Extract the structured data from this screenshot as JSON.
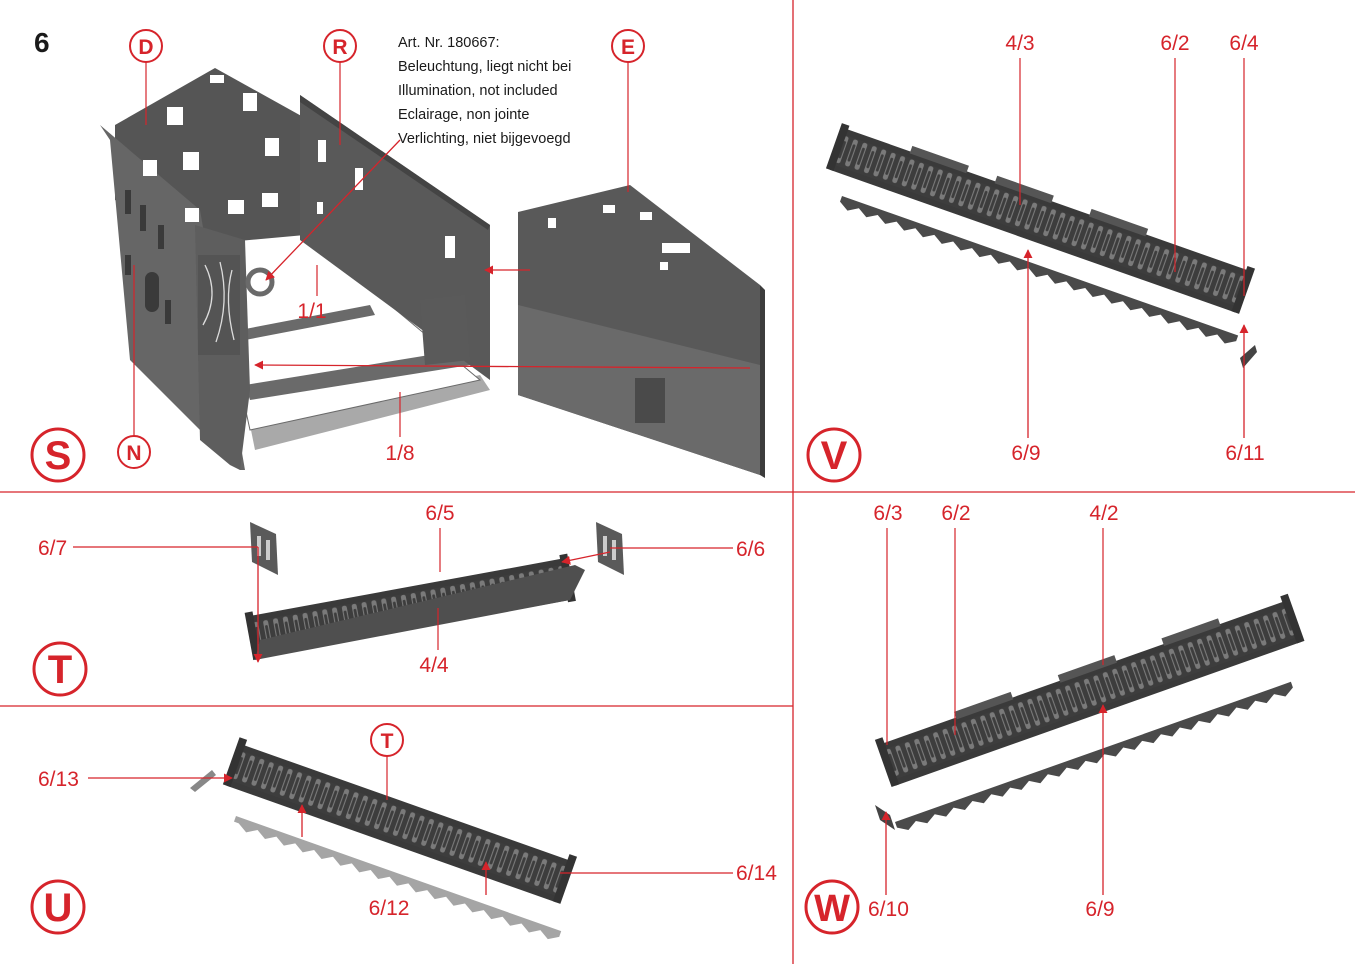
{
  "step_number": "6",
  "colors": {
    "accent": "#d6242b",
    "part": "#4f4f4f",
    "part_light": "#a9a9a9",
    "divider": "#d6242b"
  },
  "note_lines": [
    "Art. Nr. 180667:",
    "Beleuchtung, liegt nicht bei",
    "Illumination, not included",
    "Eclairage, non jointe",
    "Verlichting, niet bijgevoegd"
  ],
  "panels": {
    "S": {
      "letter": "S",
      "callouts": {
        "D": "D",
        "R": "R",
        "E": "E",
        "N": "N"
      },
      "labels": {
        "p1_1": "1/1",
        "p1_8": "1/8"
      }
    },
    "V": {
      "letter": "V",
      "labels": {
        "p4_3": "4/3",
        "p6_2": "6/2",
        "p6_4": "6/4",
        "p6_9": "6/9",
        "p6_11": "6/11"
      }
    },
    "T": {
      "letter": "T",
      "labels": {
        "p6_5": "6/5",
        "p6_7": "6/7",
        "p6_6": "6/6",
        "p4_4": "4/4"
      }
    },
    "U": {
      "letter": "U",
      "callouts": {
        "T": "T"
      },
      "labels": {
        "p6_13": "6/13",
        "p6_14": "6/14",
        "p6_12": "6/12"
      }
    },
    "W": {
      "letter": "W",
      "labels": {
        "p6_3": "6/3",
        "p6_2": "6/2",
        "p4_2": "4/2",
        "p6_10": "6/10",
        "p6_9": "6/9"
      }
    }
  }
}
